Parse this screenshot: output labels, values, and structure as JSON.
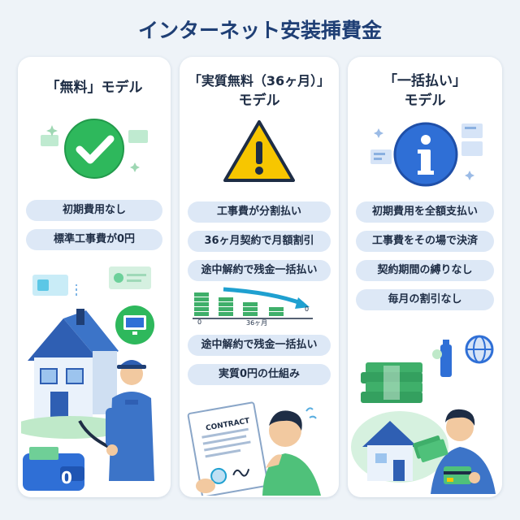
{
  "page_title": "インターネット安装挿費金",
  "cards": [
    {
      "title_line1": "「無料」モデル",
      "items": [
        "初期費用なし",
        "標準工事費が0円"
      ],
      "wallet_value": "0"
    },
    {
      "title_line1": "「実質無料（36ヶ月）」",
      "title_line2": "モデル",
      "items": [
        "工事費が分割払い",
        "36ヶ月契約で月額割引",
        "途中解約で残金一括払い",
        "途中解約で残金一括払い",
        "実質0円の仕組み"
      ],
      "chart_label_36": "36ヶ月",
      "chart_label_0a": "0",
      "chart_label_0b": "0",
      "contract_label": "CONTRACT"
    },
    {
      "title_line1": "「一括払い」",
      "title_line2": "モデル",
      "items": [
        "初期費用を全額支払い",
        "工事費をその場で決済",
        "契約期間の縛りなし",
        "毎月の割引なし"
      ]
    }
  ],
  "colors": {
    "check_green": "#2eb85c",
    "warning_yellow": "#f7c600",
    "info_blue": "#2f6fd6",
    "pill_bg": "#dde8f6"
  },
  "icons": [
    "check-icon",
    "warning-icon",
    "info-icon"
  ]
}
